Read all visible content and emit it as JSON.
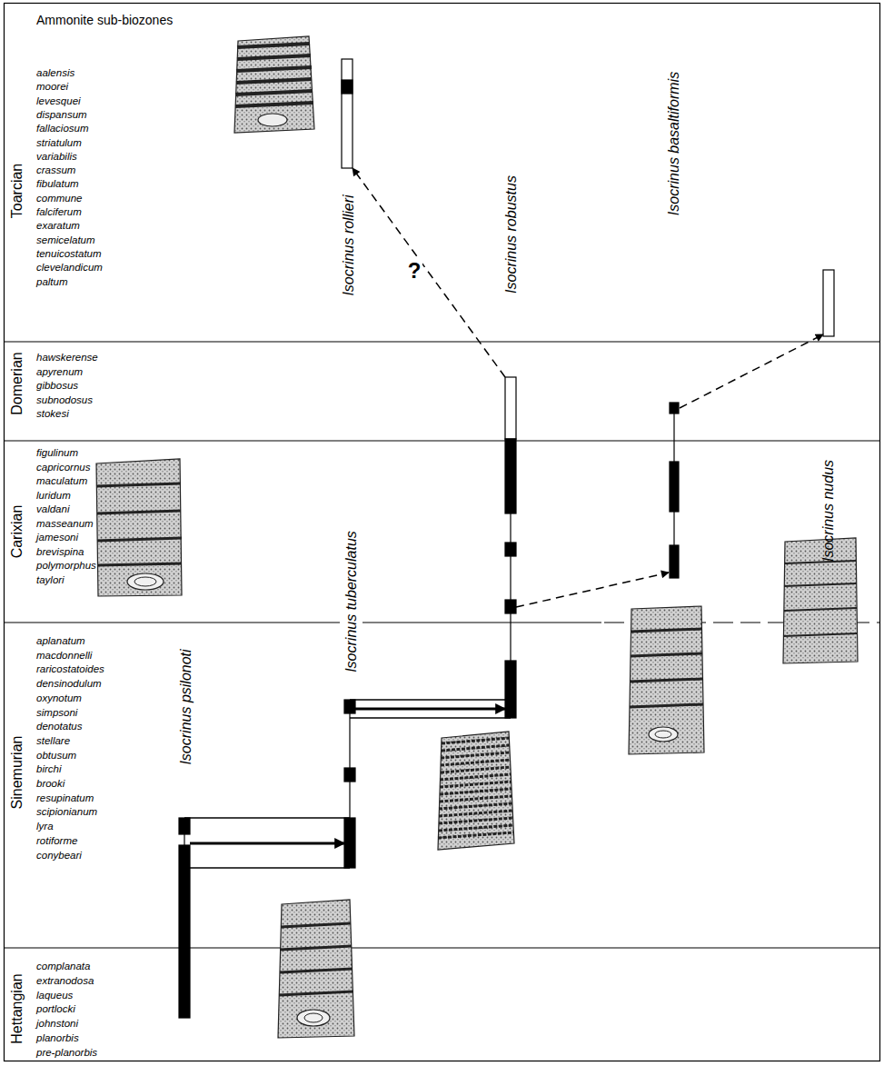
{
  "diagram": {
    "nodes": [
      {
        "text": [
          "Isocrinus rollieri"
        ]
      },
      {
        "text": [
          "Isocrinus robustus"
        ]
      },
      {
        "text": [
          "Isocrinus basaltiformis"
        ]
      },
      {
        "text": [
          "Isocrinus nudus"
        ]
      },
      {
        "text": [
          "Isocrinus tuberculatus"
        ]
      },
      {
        "text": [
          "Isocrinus psilonoti"
        ]
      }
    ],
    "edges": [
      {
        "from": 5,
        "to": 4,
        "arrow": "to"
      },
      {
        "from": 4,
        "to": 1,
        "arrow": "to"
      },
      {
        "from": 1,
        "to": 0,
        "label": "?",
        "arrow": "to"
      },
      {
        "from": 1,
        "to": 2,
        "arrow": "to"
      },
      {
        "from": 2,
        "to": 3,
        "arrow": "to"
      }
    ],
    "labels": [
      "Ammonite sub-biozones",
      "Toarcian",
      "aalensis",
      "moorei",
      "levesquei",
      "dispansum",
      "fallaciosum",
      "striatulum",
      "variabilis",
      "crassum",
      "fibulatum",
      "commune",
      "falciferum",
      "exaratum",
      "semicelatum",
      "tenuicostatum",
      "clevelandicum",
      "paltum",
      "Domerian",
      "hawskerense",
      "apyrenum",
      "gibbosus",
      "subnodosus",
      "stokesi",
      "Carixian",
      "figulinum",
      "capricornus",
      "maculatum",
      "luridum",
      "valdani",
      "masseanum",
      "jamesoni",
      "brevispina",
      "polymorphus",
      "taylori",
      "Sinemurian",
      "aplanatum",
      "macdonnelli",
      "raricostatoides",
      "densinodulum",
      "oxynotum",
      "simpsoni",
      "denotatus",
      "stellare",
      "obtusum",
      "birchi",
      "brooki",
      "resupinatum",
      "scipionianum",
      "lyra",
      "rotiforme",
      "conybeari",
      "Hettangian",
      "complanata",
      "extranodosa",
      "laqueus",
      "portlocki",
      "johnstoni",
      "planorbis",
      "pre-planorbis"
    ]
  }
}
